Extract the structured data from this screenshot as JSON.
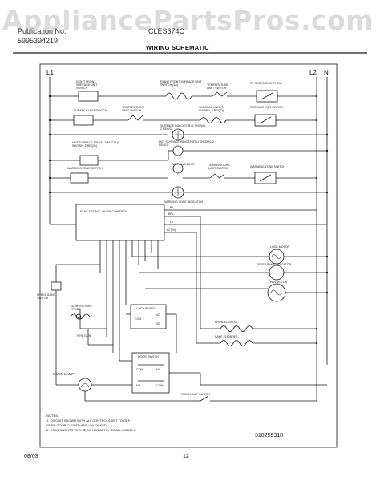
{
  "watermark": "AppliancePartsPros.com",
  "header": {
    "publication_label": "Publication No.",
    "publication_no": "5995394219",
    "model": "CLES374C"
  },
  "title": "WIRING SCHEMATIC",
  "rails": {
    "left": "L1",
    "right": "L2",
    "neutral": "N"
  },
  "components": {
    "right_front_surface_unit_switch": "RIGHT FRONT SURFACE UNIT SWITCH",
    "right_front_surface_unit": "RIGHT FRONT SURFACE UNIT",
    "right_surface_unit_switch": "RIGHT FRONT SURFACE UNIT SWITCH (5A)",
    "temp_limit_switch_top": "TEMPERATURE LIMIT SWITCH",
    "rf_surface_unit": "RF SURFACE UNIT 5W",
    "surface_unit_switch": "SURFACE UNIT SWITCH",
    "temp_limit_switch_mid": "TEMPERATURE LIMIT SWITCH",
    "surface_unit_dual": "SURFACE UNIT (1 SHOWN, 2 REQ'D)",
    "surface_unit_switch_small": "SURFACE UNIT SWITCH",
    "surface_indicator": "SURFACE INDICATOR (1 SHOWN, 2 REQ'D)",
    "hot_surface_indicator_switch": "HOT SURFACE SIGNAL SWITCH (1 SHOWN, 2 REQ'D)",
    "hot_surface_indicator": "HOT SURFACE INDICATOR (1 SHOWN, 2 REQ'D)",
    "warming_zone_lamp": "WARMING ZONE",
    "warming_zone_switch_left": "WARMING ZONE SWITCH",
    "temp_limit_switch_right": "TEMPERATURE LIMIT SWITCH",
    "warming_zone_switch_right": "WARMING ZONE SWITCH",
    "warming_zone_indicator": "WARMING ZONE INDICATOR",
    "electronic_oven_control": "ELECTRONIC OVEN CONTROL",
    "lock_motor": "LOCK MOTOR",
    "speed_bake_indicator": "SPEED BAKE INDICATOR",
    "fan_motor": "FAN MOTOR",
    "speed_bake_switch": "SPEED BAKE SWITCH",
    "temperature_probe": "TEMPERATURE PROBE",
    "lock_switch": "LOCK SWITCH",
    "broil_element": "BROIL ELEMENT",
    "bake_element": "BAKE ELEMENT",
    "door_switch": "DOOR SWITCH",
    "oven_lamp": "OVEN LAMP",
    "oven_lamp_switch": "OVEN LAMP SWITCH",
    "fire_gun": "FIRE GUN",
    "oven_control_terminals": [
      "BK",
      "BRL",
      "L1",
      "L2 (IN)"
    ],
    "lock_switch_terms": [
      "COM",
      "NC",
      "NO"
    ],
    "door_switch_terms": [
      "COM",
      "NC",
      "NO",
      "COM"
    ]
  },
  "notes": [
    "NOTES:",
    "1. CIRCUIT SHOWN WITH ALL CONTROLS SET TO OFF.",
    "   OVEN DOOR CLOSED AND UNLOCKED.",
    "2. COMPONENTS WITH ✱ DO NOT APPLY TO ALL MODELS."
  ],
  "part_number": "318255318",
  "footer": {
    "date": "08/03",
    "page": "12"
  },
  "colors": {
    "line": "#1a1a1a",
    "watermark": "#bebebe",
    "background": "#ffffff"
  }
}
